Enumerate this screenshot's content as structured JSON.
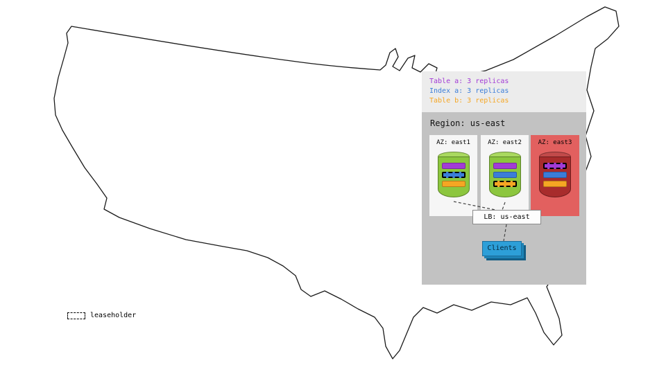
{
  "legend": {
    "items": [
      {
        "label": "Table a: 3 replicas",
        "color": "#a23bd6"
      },
      {
        "label": "Index a: 3 replicas",
        "color": "#3b7dd8"
      },
      {
        "label": "Table b: 3 replicas",
        "color": "#f5a623"
      }
    ]
  },
  "region": {
    "title": "Region: us-east",
    "azs": [
      {
        "label": "AZ: east1",
        "status": "healthy",
        "leaseholder_for": "Index a"
      },
      {
        "label": "AZ: east2",
        "status": "healthy",
        "leaseholder_for": "Table b"
      },
      {
        "label": "AZ: east3",
        "status": "down",
        "leaseholder_for": "Table a"
      }
    ],
    "lb": {
      "label": "LB: us-east"
    },
    "clients": {
      "label": "Clients"
    }
  },
  "map_legend": {
    "leaseholder": "leaseholder"
  },
  "colors": {
    "table_a": "#a23bd6",
    "index_a": "#3b7dd8",
    "table_b": "#f5a623",
    "node_healthy": "#8cc63e",
    "node_down": "#a82c2c",
    "az_down_bg": "#e2605f",
    "clients_box": "#2d9fd8",
    "region_bg": "#c2c2c2",
    "legend_bg": "#ececec"
  }
}
